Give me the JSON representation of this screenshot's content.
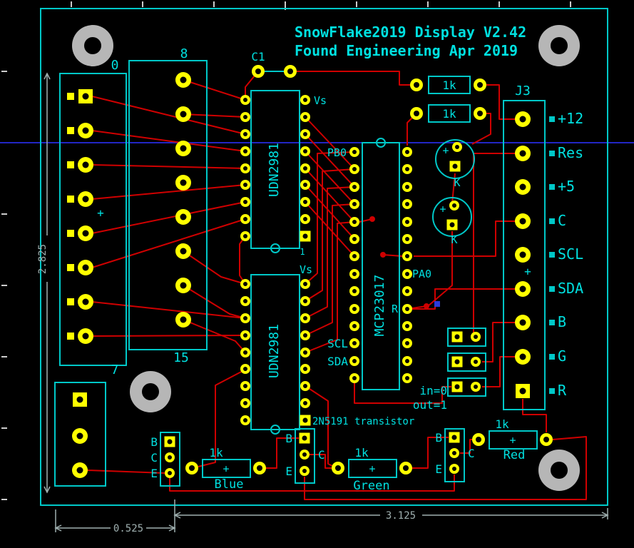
{
  "title": {
    "line1": "SnowFlake2019 Display V2.42",
    "line2": "Found Engineering Apr 2019"
  },
  "connectors": {
    "left": {
      "first_pin": "0",
      "last_pin": "7"
    },
    "top": {
      "first_pin": "8",
      "last_pin": "15"
    },
    "j3": {
      "label": "J3",
      "pins": [
        "+12",
        "Res",
        "+5",
        "C",
        "SCL",
        "SDA",
        "B",
        "G",
        "R"
      ]
    }
  },
  "ics": {
    "ic1": {
      "label": "UDN2981",
      "vs": "Vs",
      "pin1": "1"
    },
    "ic2": {
      "label": "UDN2981",
      "vs": "Vs"
    },
    "mcp": {
      "label": "MCP23017",
      "pb0": "PB0",
      "pa0": "PA0",
      "r": "R",
      "scl": "SCL",
      "sda": "SDA"
    }
  },
  "capacitor": {
    "label": "C1"
  },
  "resistors": {
    "r1": "1k",
    "r2": "1k",
    "blue": "1k",
    "green": "1k",
    "red": "1k"
  },
  "diodes": {
    "d1": "K",
    "d2": "K"
  },
  "jumper": {
    "in_label": "in=0",
    "out_label": "out=1"
  },
  "transistors": {
    "note": "2N5191 transistor",
    "q1": {
      "b": "B",
      "c": "C",
      "e": "E",
      "name": "Blue"
    },
    "q2": {
      "b": "B",
      "c": "C",
      "e": "E",
      "name": "Green"
    },
    "q3": {
      "b": "B",
      "c": "C",
      "e": "E",
      "name": "Red"
    }
  },
  "marks": {
    "plus": "+"
  },
  "dimensions": {
    "board_height": "2.825",
    "offset_width": "0.525",
    "board_width": "3.125"
  }
}
